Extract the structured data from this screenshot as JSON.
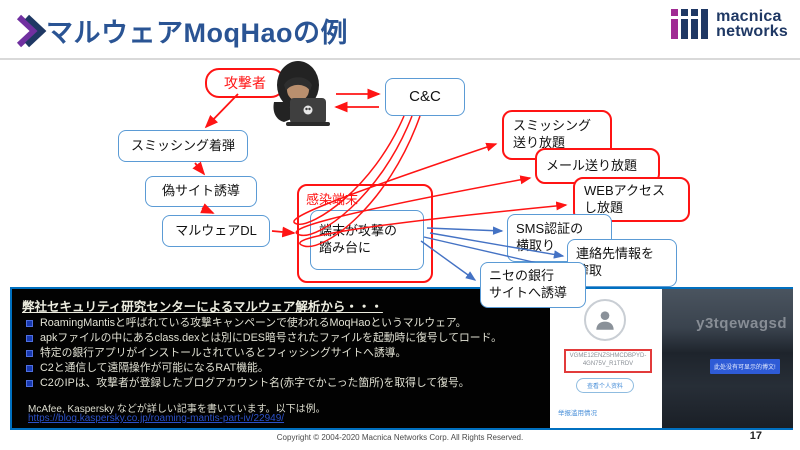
{
  "header": {
    "title": "マルウェアMoqHaoの例",
    "logo": {
      "line1": "macnica",
      "line2": "networks"
    }
  },
  "diagram": {
    "attacker": "攻撃者",
    "cc": "C&C",
    "step1": "スミッシング着弾",
    "step2": "偽サイト誘導",
    "step3": "マルウェアDL",
    "infected_label": "感染端末",
    "infected_box": "端末が攻撃の\n踏み台に",
    "red1": "スミッシング\n送り放題",
    "red2": "メール送り放題",
    "red3": "WEBアクセス\nし放題",
    "blue1": "SMS認証の\n横取り",
    "blue2": "連絡先情報を\n搾取",
    "blue3": "ニセの銀行\nサイトへ誘導"
  },
  "panel": {
    "heading": "弊社セキュリティ研究センターによるマルウェア解析から・・・",
    "bullets": [
      "RoamingMantisと呼ばれている攻撃キャンペーンで使われるMoqHaoというマルウェア。",
      "apkファイルの中にあるclass.dexとは別にDES暗号されたファイルを起動時に復号してロード。",
      "特定の銀行アプリがインストールされているとフィッシングサイトへ誘導。",
      "C2と通信して遠隔操作が可能になるRAT機能。",
      "C2のIPは、攻撃者が登録したブログアカウント名(赤字でかこった箇所)を取得して復号。"
    ],
    "note": "McAfee, Kaspersky などが詳しい記事を書いています。以下は例。",
    "link": "https://blog.kaspersky.co.jp/roaming-mantis-part-iv/22949/"
  },
  "screenshots": {
    "profile": {
      "account_code": "VGME12ENZSHMCDBPYD-\n4GN75V_R1TRDV",
      "view_profile_button": "查看个人资料",
      "report_link": "举报滥用情况"
    },
    "blog": {
      "handle": "y3tqewagsd",
      "button": "此处没有可显示的博文!"
    }
  },
  "footer": {
    "copyright": "Copyright © 2004-2020 Macnica Networks Corp. All Rights Reserved.",
    "page": "17"
  },
  "colors": {
    "title_navy": "#2A5494",
    "accent_red": "#FF1414",
    "box_blue": "#5B9BD5",
    "arrow_blue": "#4472C4",
    "panel_border": "#0070C0",
    "link_blue": "#2B50C8",
    "logo_purple": "#A02B93"
  }
}
